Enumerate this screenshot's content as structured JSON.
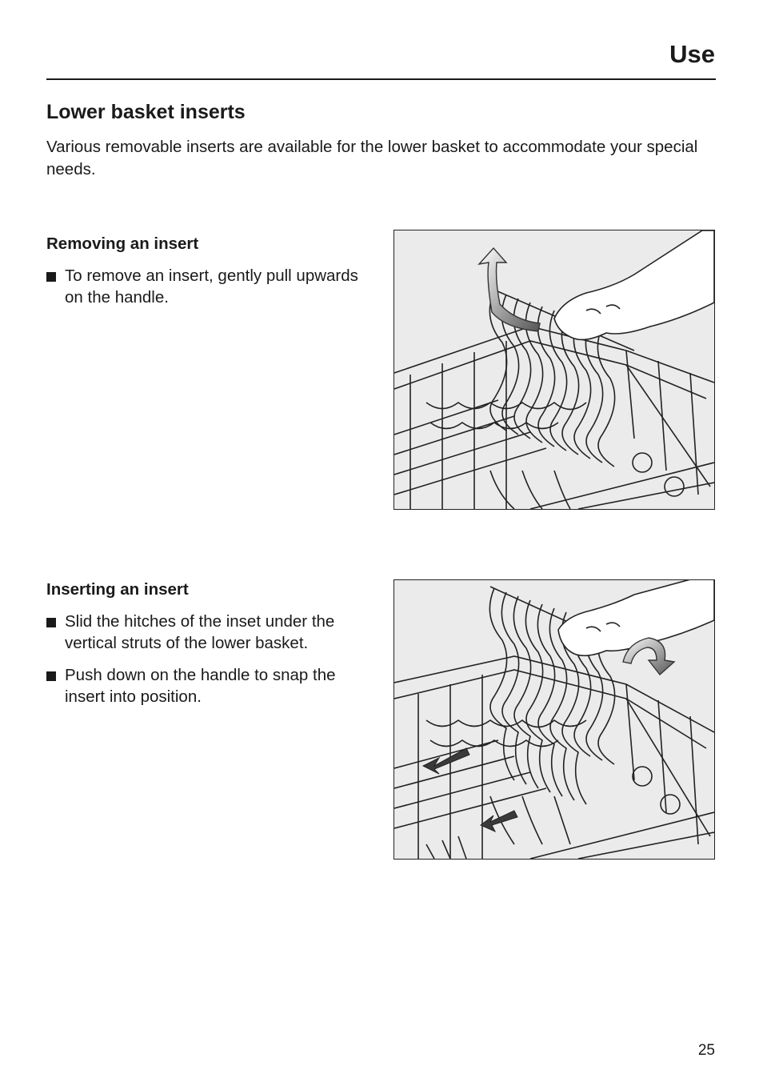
{
  "header": {
    "title": "Use"
  },
  "section": {
    "title": "Lower basket inserts",
    "intro": "Various removable inserts are available for the lower basket to accommodate your special needs."
  },
  "removing": {
    "title": "Removing an insert",
    "bullets": [
      "To remove an insert, gently pull upwards on the handle."
    ],
    "figure_icon": "pull-up-arrow-icon"
  },
  "inserting": {
    "title": "Inserting an insert",
    "bullets": [
      "Slid the hitches of the inset under the vertical struts of the lower basket.",
      "Push down on the handle to snap the insert into position."
    ],
    "figure_icon": "push-down-arrow-icon"
  },
  "footer": {
    "page_number": "25"
  }
}
